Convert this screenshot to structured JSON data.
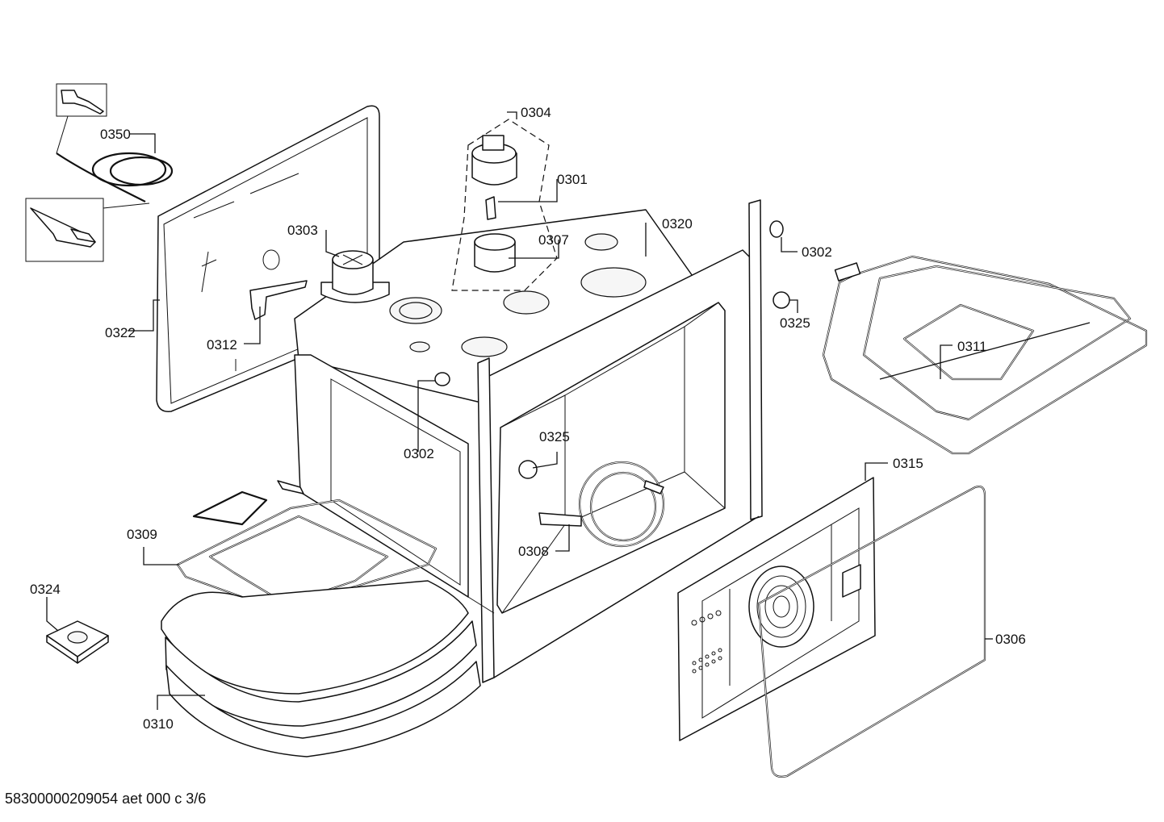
{
  "diagram": {
    "labels": {
      "p0304": "0304",
      "p0350": "0350",
      "p0301": "0301",
      "p0320": "0320",
      "p0303": "0303",
      "p0307": "0307",
      "p0302a": "0302",
      "p0325a": "0325",
      "p0322": "0322",
      "p0312": "0312",
      "p0311": "0311",
      "p0302b": "0302",
      "p0325b": "0325",
      "p0315": "0315",
      "p0309": "0309",
      "p0308": "0308",
      "p0324": "0324",
      "p0306": "0306",
      "p0310": "0310"
    },
    "footer": "58300000209054 aet 000 c 3/6"
  }
}
